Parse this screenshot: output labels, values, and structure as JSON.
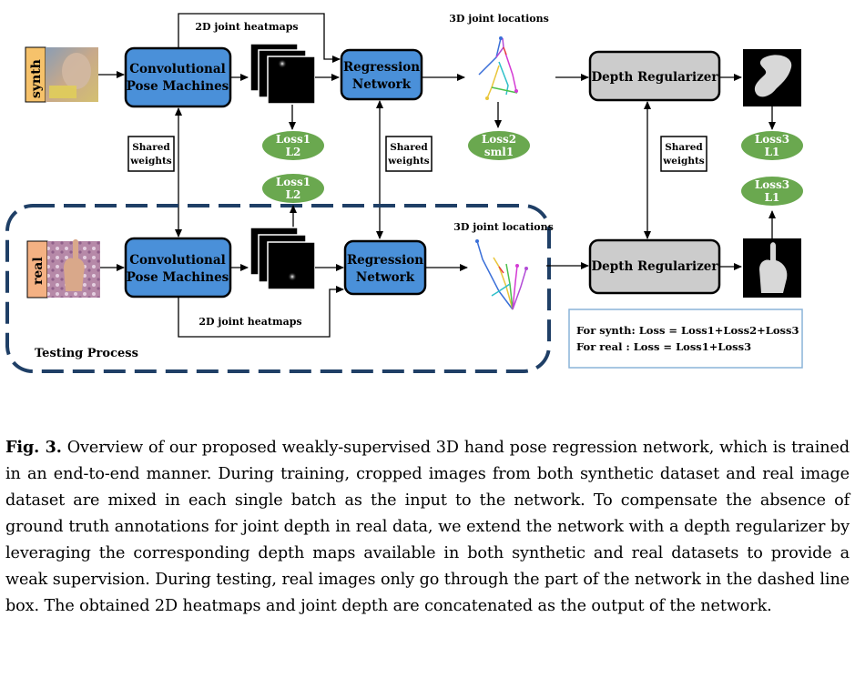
{
  "diagram": {
    "synth_label": "synth",
    "real_label": "real",
    "cpm_line1": "Convolutional",
    "cpm_line2": "Pose Machines",
    "regression_line1": "Regression",
    "regression_line2": "Network",
    "depth_regularizer": "Depth Regularizer",
    "heatmaps_label": "2D joint heatmaps",
    "joint_locations_label": "3D joint locations",
    "shared_weights_line1": "Shared",
    "shared_weights_line2": "weights",
    "loss1_line1": "Loss1",
    "loss1_line2": "L2",
    "loss2_line1": "Loss2",
    "loss2_line2": "sml1",
    "loss3_line1": "Loss3",
    "loss3_line2": "L1",
    "testing_process": "Testing Process",
    "loss_synth": "For synth: Loss =  Loss1+Loss2+Loss3",
    "loss_real": "For real :  Loss =  Loss1+Loss3",
    "colors": {
      "module_blue": "#4a90d9",
      "depth_gray": "#cccccc",
      "loss_green": "#6aa84f",
      "dashed_box": "#1f3f66",
      "synth_tag": "#f6c26b",
      "real_tag": "#f4b183",
      "loss_box_border": "#8ab4d8"
    }
  },
  "caption": {
    "label": "Fig. 3.",
    "text": "Overview of our proposed weakly-supervised 3D hand pose regression network, which is trained in an end-to-end manner. During training, cropped images from both synthetic dataset and real image dataset are mixed in each single batch as the input to the network. To compensate the absence of ground truth annotations for joint depth in real data, we extend the network with a depth regularizer by leveraging the corresponding depth maps available in both synthetic and real datasets to provide a weak supervision. During testing, real images only go through the part of the network in the dashed line box. The obtained 2D heatmaps and joint depth are concatenated as the output of the network."
  }
}
